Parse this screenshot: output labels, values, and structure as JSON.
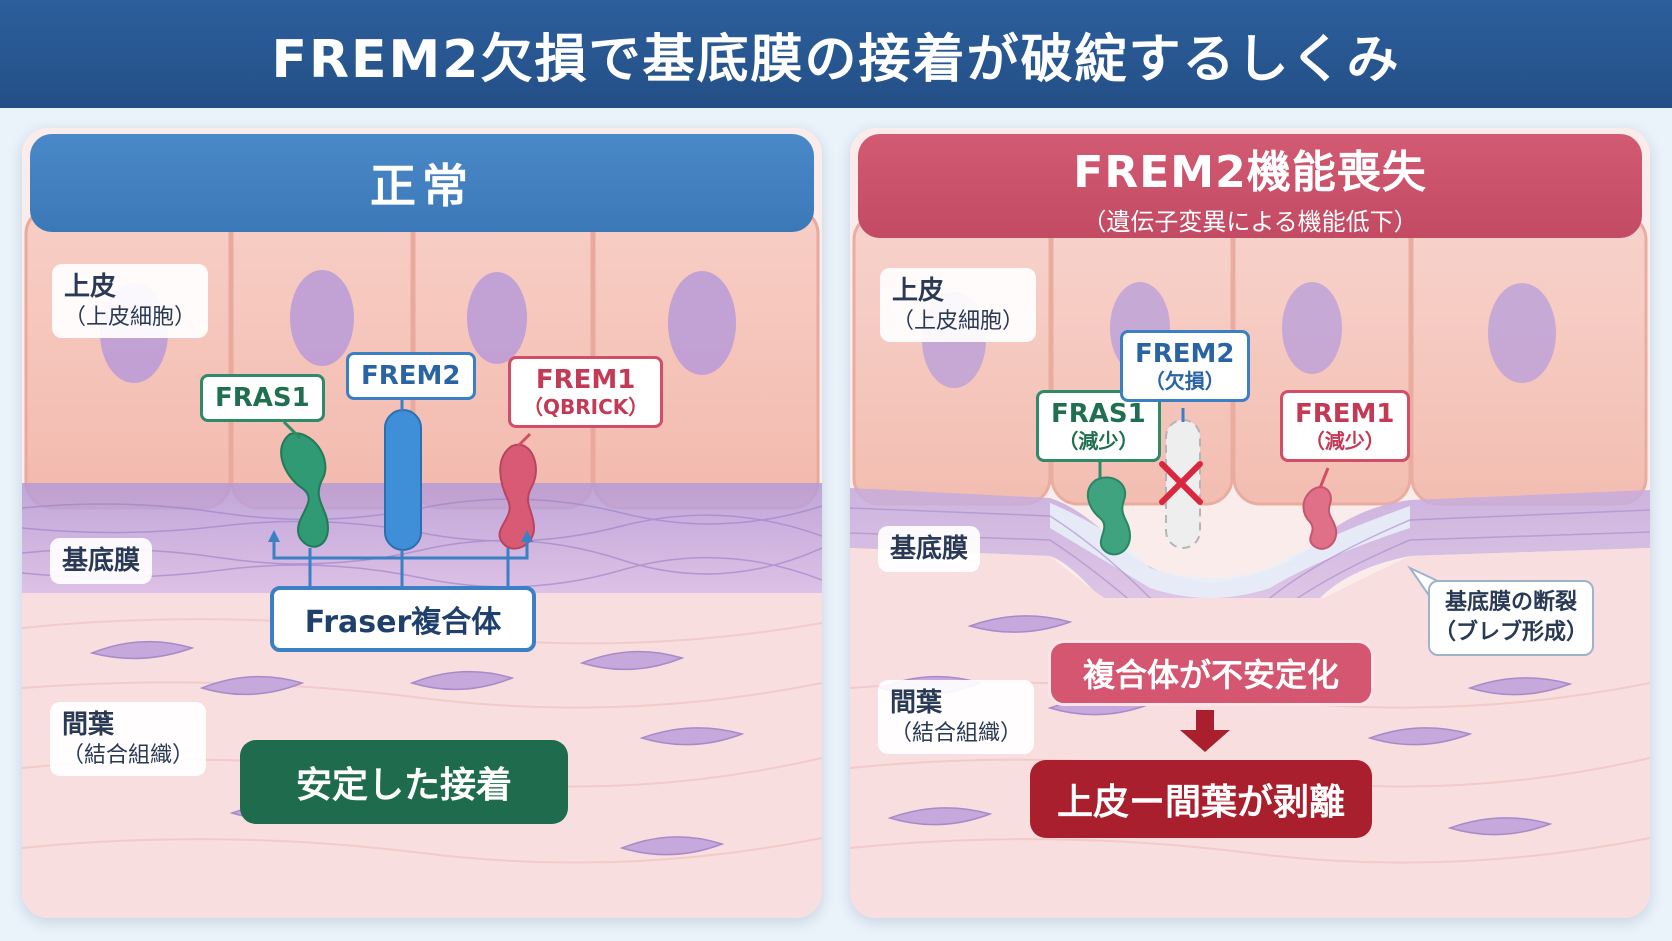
{
  "title": "FREM2欠損で基底膜の接着が破綻するしくみ",
  "left": {
    "header": "正常",
    "epithelium": {
      "label": "上皮",
      "sub": "（上皮細胞）"
    },
    "bm": "基底膜",
    "mesenchyme": {
      "label": "間葉",
      "sub": "（結合組織）"
    },
    "fras1": "FRAS1",
    "frem2": "FREM2",
    "frem1": "FREM1",
    "frem1_sub": "（QBRICK）",
    "complex": "Fraser複合体",
    "result": "安定した接着"
  },
  "right": {
    "header": "FREM2機能喪失",
    "header_sub": "（遺伝子変異による機能低下）",
    "epithelium": {
      "label": "上皮",
      "sub": "（上皮細胞）"
    },
    "bm": "基底膜",
    "mesenchyme": {
      "label": "間葉",
      "sub": "（結合組織）"
    },
    "fras1": "FRAS1",
    "fras1_sub": "（減少）",
    "frem2": "FREM2",
    "frem2_sub": "（欠損）",
    "frem1": "FREM1",
    "frem1_sub": "（減少）",
    "break_label": "基底膜の断裂",
    "break_sub": "（ブレブ形成）",
    "unstable": "複合体が不安定化",
    "result": "上皮ー間葉が剥離"
  },
  "colors": {
    "normal_header": "#3b78b8",
    "loss_header": "#c24a63",
    "fras1": "#2f9a73",
    "frem2": "#3f8fd8",
    "frem1": "#d95a74",
    "stable": "#1e6b4e",
    "detach": "#a91f2d"
  }
}
